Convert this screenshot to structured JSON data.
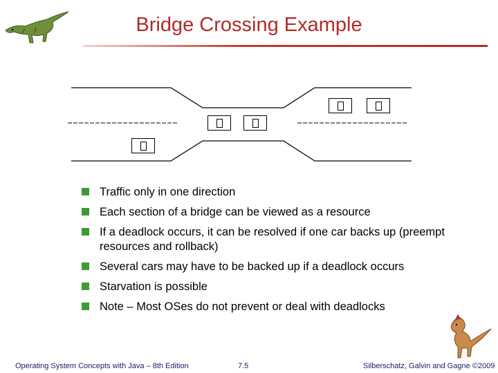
{
  "slide": {
    "title": "Bridge Crossing Example",
    "accent_color": "#b22b2b",
    "bullet_color": "#3d9b35"
  },
  "diagram": {
    "cars": [
      {
        "icon": "car-box-icon"
      },
      {
        "icon": "car-box-icon"
      },
      {
        "icon": "car-box-icon"
      },
      {
        "icon": "car-box-icon"
      },
      {
        "icon": "car-box-icon"
      }
    ]
  },
  "bullets": [
    {
      "text": "Traffic only in one direction"
    },
    {
      "text": "Each section of a bridge can be viewed as a resource"
    },
    {
      "text": "If a deadlock occurs, it can be resolved if one car backs up (preempt resources and rollback)"
    },
    {
      "text": "Several cars may have to be backed up if a deadlock occurs"
    },
    {
      "text": "Starvation is possible"
    },
    {
      "text": "Note – Most OSes do not prevent or deal with deadlocks"
    }
  ],
  "footer": {
    "left": "Operating System Concepts with Java – 8th Edition",
    "page": "7.5",
    "right": "Silberschatz, Galvin and Gagne ©2009"
  }
}
